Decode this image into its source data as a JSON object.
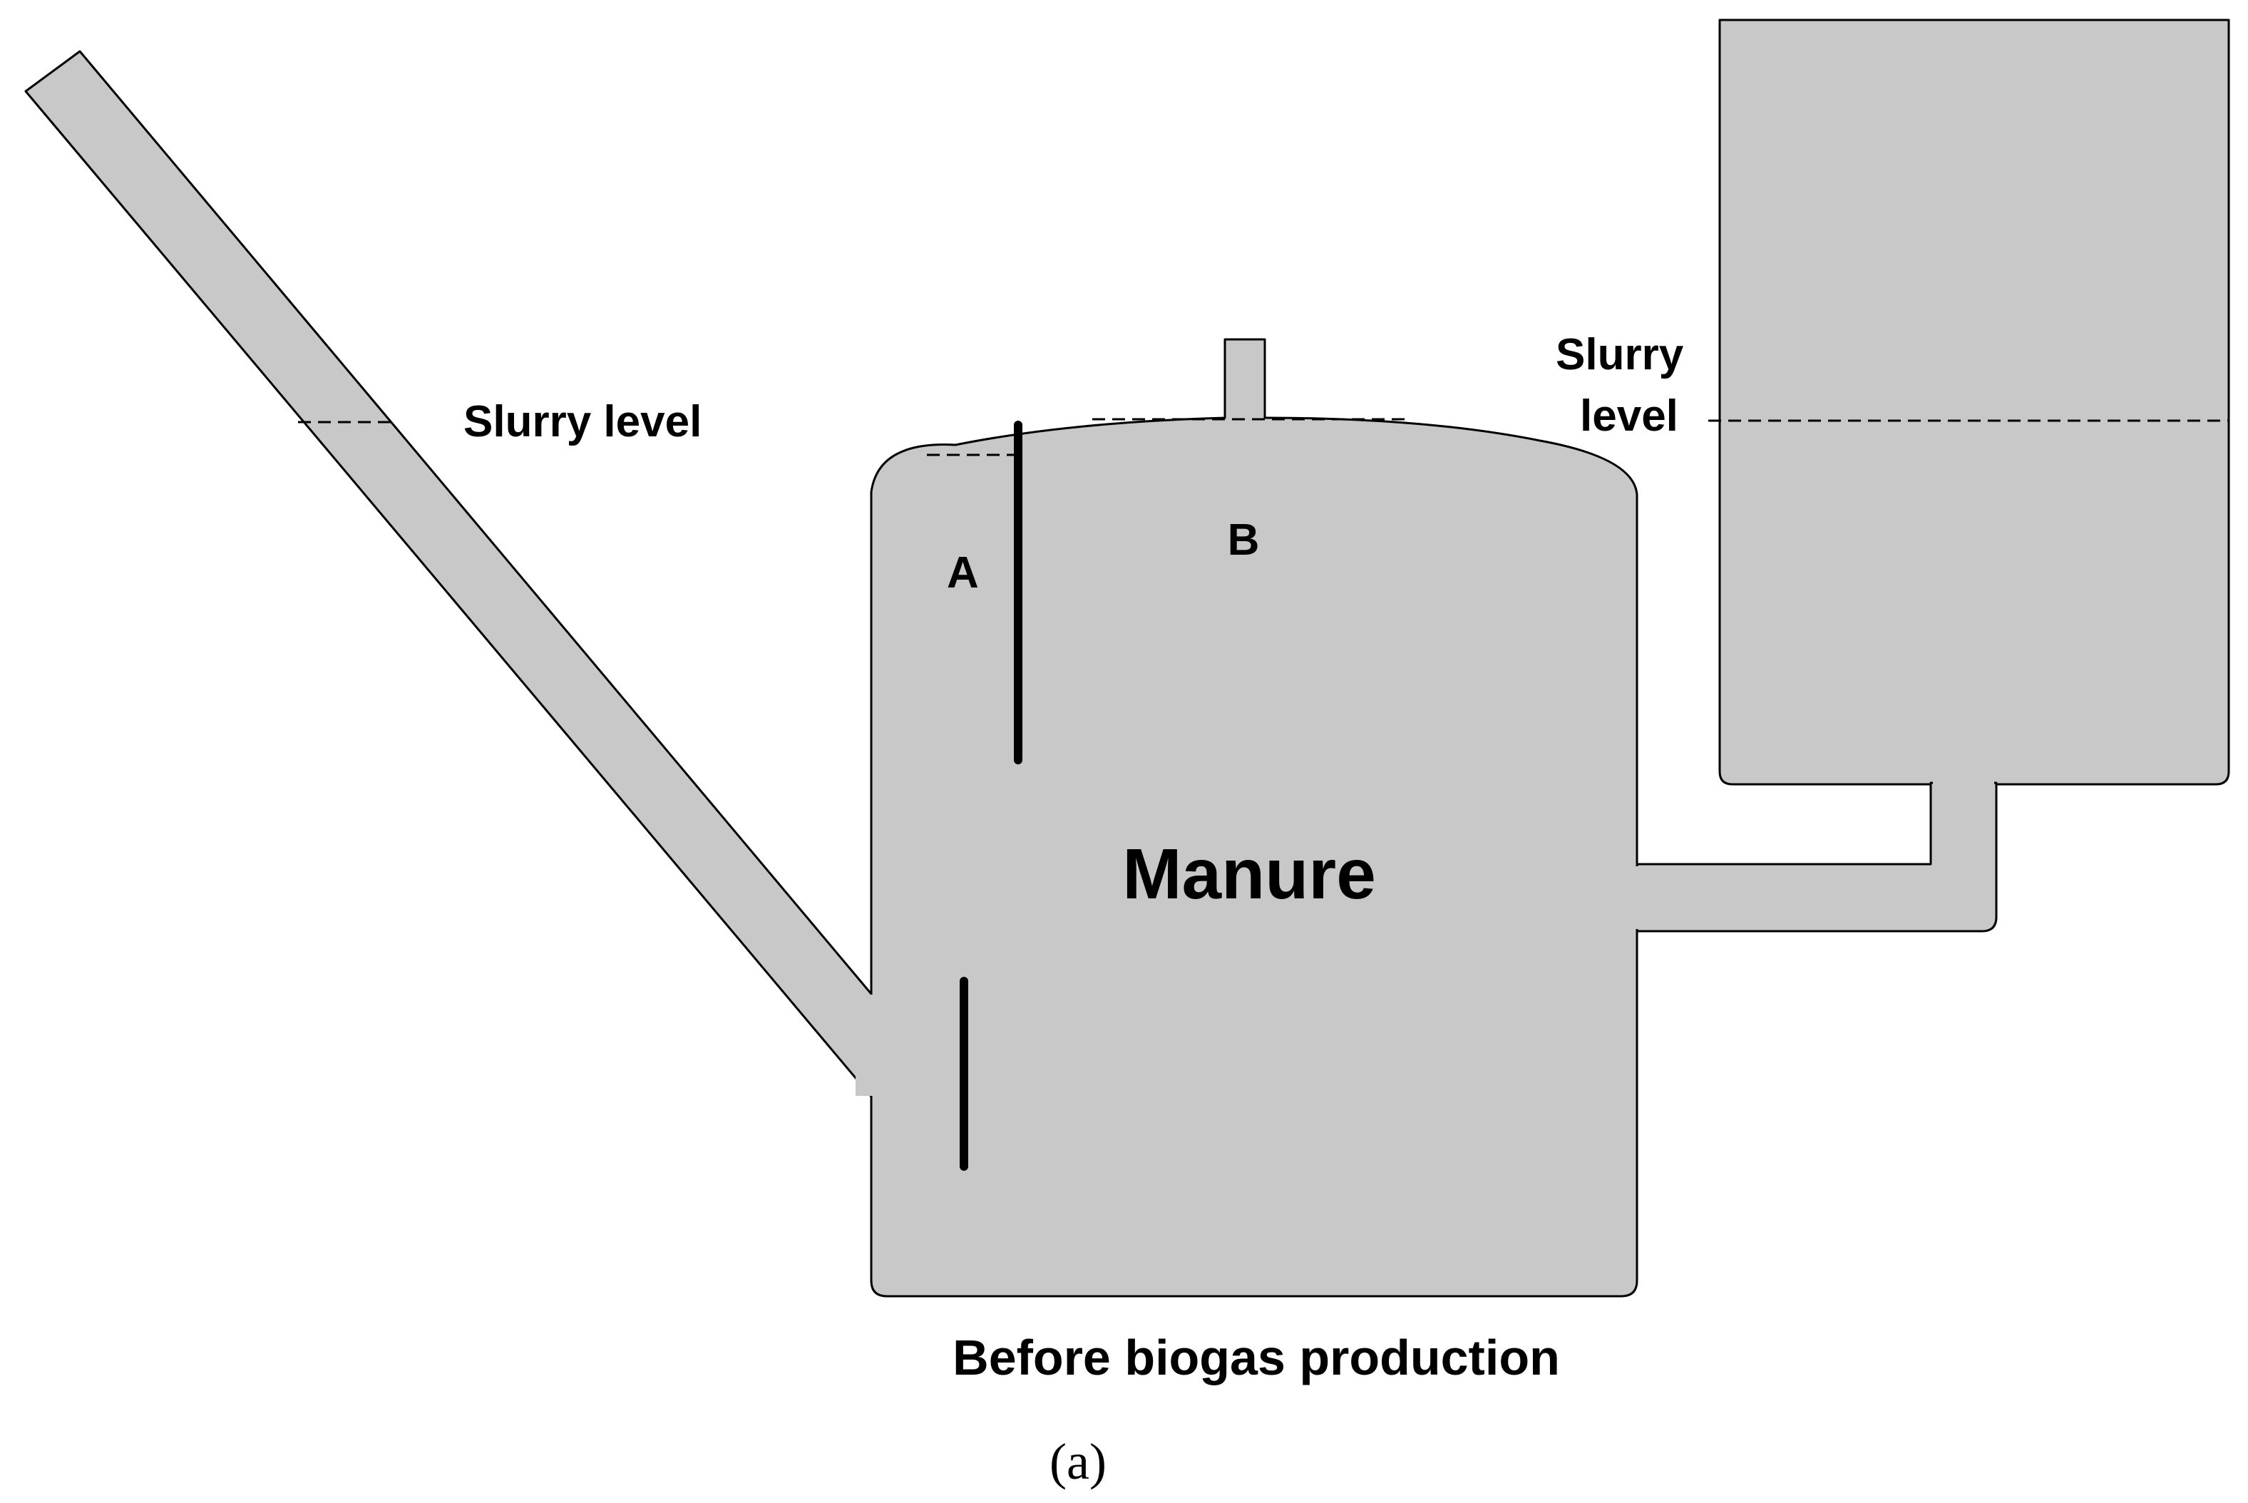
{
  "labels": {
    "slurry_level_inlet": "Slurry level",
    "slurry_level_outlet_line1": "Slurry",
    "slurry_level_outlet_line2": "level",
    "chamber_a": "A",
    "chamber_b": "B",
    "contents": "Manure",
    "caption": "Before biogas production",
    "panel": "(a)"
  },
  "colors": {
    "fill": "#c8c8c8",
    "stroke": "#000000",
    "background": "#ffffff"
  }
}
